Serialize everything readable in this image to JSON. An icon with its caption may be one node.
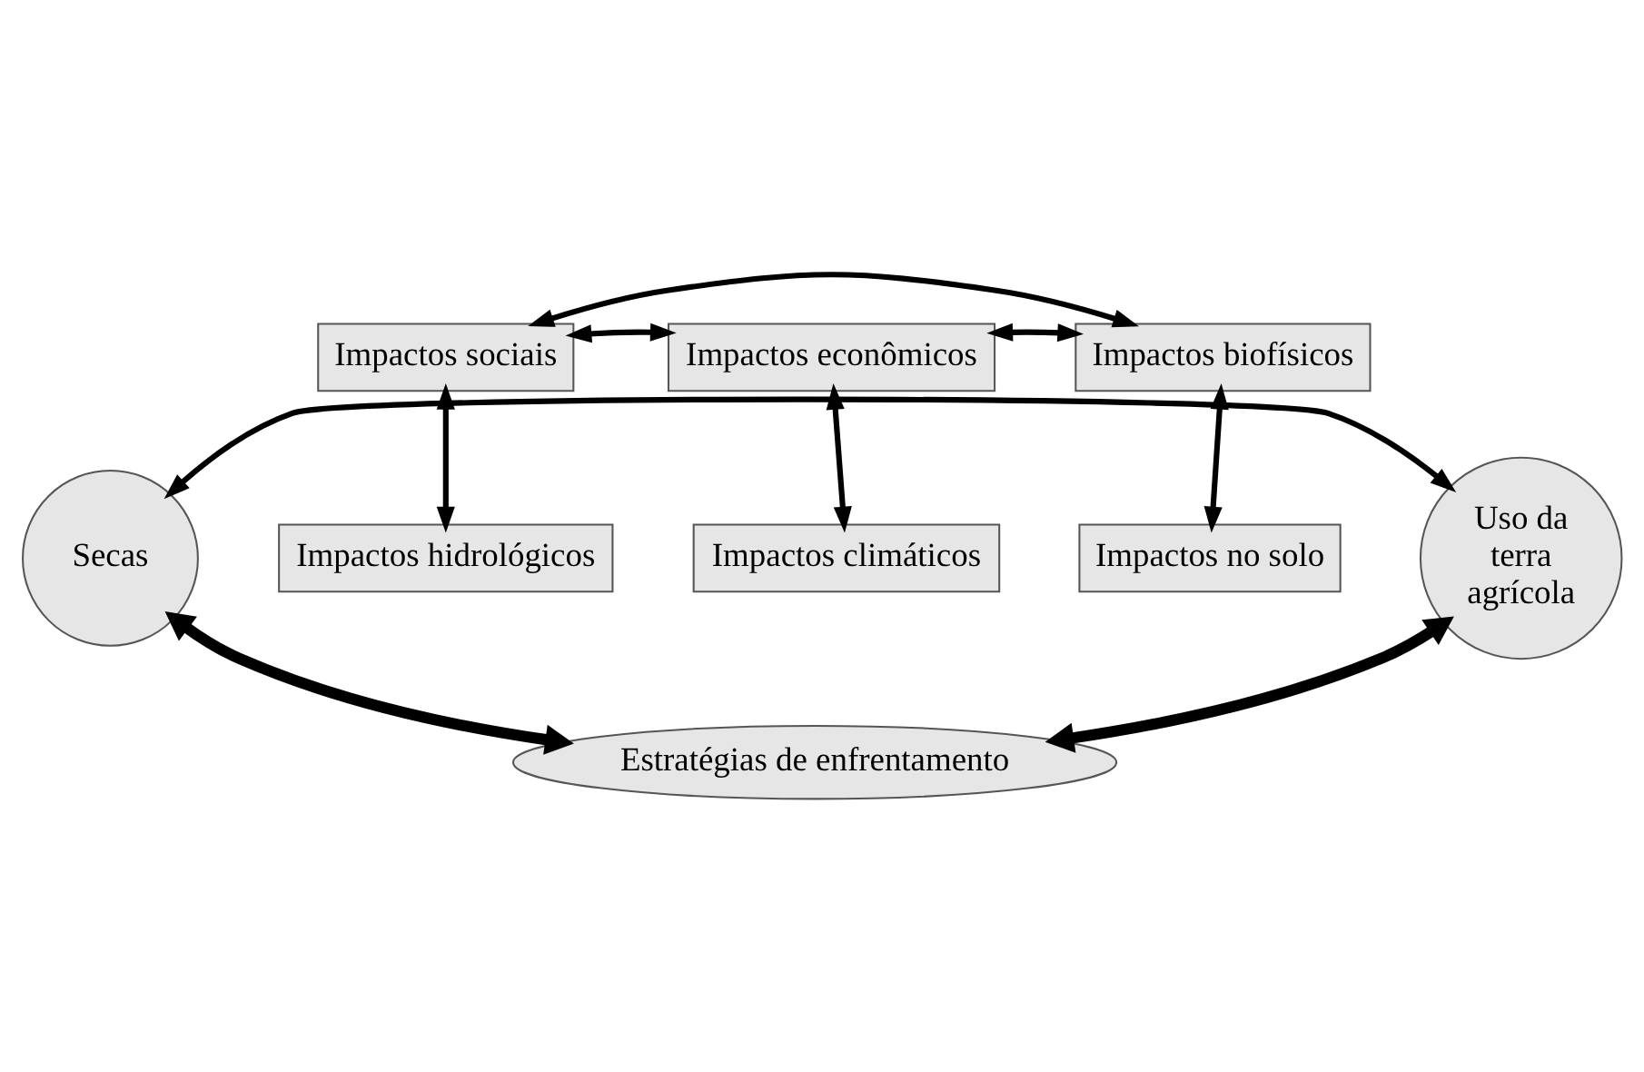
{
  "diagram": {
    "nodes": [
      {
        "text": [
          "Secas"
        ]
      },
      {
        "text": [
          "Impactos sociais"
        ]
      },
      {
        "text": [
          "Impactos econômicos"
        ]
      },
      {
        "text": [
          "Impactos biofísicos"
        ]
      },
      {
        "text": [
          "Uso da terra agrícola"
        ]
      },
      {
        "text": [
          "Impactos hidrológicos"
        ]
      },
      {
        "text": [
          "Impactos climáticos"
        ]
      },
      {
        "text": [
          "Impactos no solo"
        ]
      },
      {
        "text": [
          "Estratégias de enfrentamento"
        ]
      }
    ],
    "edges": [
      {
        "from": 1,
        "to": 2,
        "arrow": "both"
      },
      {
        "from": 2,
        "to": 3,
        "arrow": "both"
      },
      {
        "from": 1,
        "to": 3,
        "arrow": "both"
      },
      {
        "from": 1,
        "to": 5,
        "arrow": "both"
      },
      {
        "from": 2,
        "to": 6,
        "arrow": "both"
      },
      {
        "from": 3,
        "to": 7,
        "arrow": "both"
      },
      {
        "from": 0,
        "to": 4,
        "arrow": "both"
      },
      {
        "from": 0,
        "to": 8,
        "arrow": "both",
        "style": "thick"
      },
      {
        "from": 4,
        "to": 8,
        "arrow": "both",
        "style": "thick"
      }
    ]
  }
}
